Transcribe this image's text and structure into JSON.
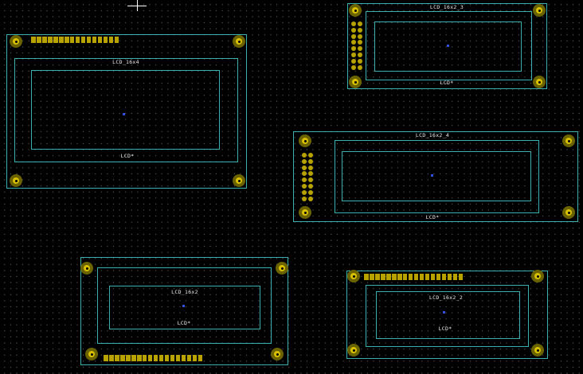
{
  "footprints": [
    {
      "id": "fp1",
      "value": "LCD_16x4",
      "ref": "LCD*"
    },
    {
      "id": "fp2",
      "value": "LCD_16x2_3",
      "ref": "LCD*"
    },
    {
      "id": "fp3",
      "value": "LCD_16x2_4",
      "ref": "LCD*"
    },
    {
      "id": "fp4",
      "value": "LCD_16x2",
      "ref": "LCD*"
    },
    {
      "id": "fp5",
      "value": "LCD_16x2_2",
      "ref": "LCD*"
    }
  ],
  "colors": {
    "background": "#000000",
    "outline": "#3ab0b0",
    "pad": "#b8a200",
    "text": "#ededed",
    "anchor": "#3050e0"
  },
  "icons": {
    "cursor": "crosshair-cursor-icon",
    "hole": "mounting-hole-icon",
    "pad": "solder-pad-icon"
  }
}
